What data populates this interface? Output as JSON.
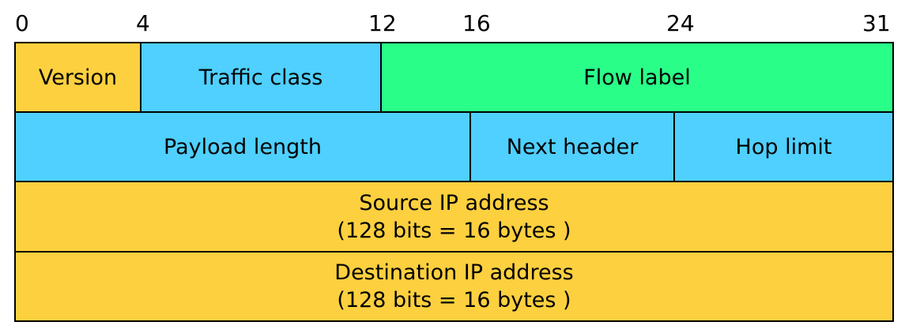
{
  "colors": {
    "yellow": "#fdd03f",
    "blue": "#4fd0ff",
    "green": "#29ff88",
    "border": "#000000"
  },
  "bit_labels": [
    "0",
    "4",
    "12",
    "16",
    "24",
    "31"
  ],
  "rows": [
    {
      "fields": [
        {
          "label": "Version",
          "color": "yellow"
        },
        {
          "label": "Traffic class",
          "color": "blue"
        },
        {
          "label": "Flow label",
          "color": "green"
        }
      ]
    },
    {
      "fields": [
        {
          "label": "Payload length",
          "color": "blue"
        },
        {
          "label": "Next header",
          "color": "blue"
        },
        {
          "label": "Hop limit",
          "color": "blue"
        }
      ]
    },
    {
      "fields": [
        {
          "label": "Source IP address",
          "sublabel": "(128 bits = 16 bytes )",
          "color": "yellow"
        }
      ]
    },
    {
      "fields": [
        {
          "label": "Destination IP address",
          "sublabel": "(128 bits = 16 bytes )",
          "color": "yellow"
        }
      ]
    }
  ]
}
